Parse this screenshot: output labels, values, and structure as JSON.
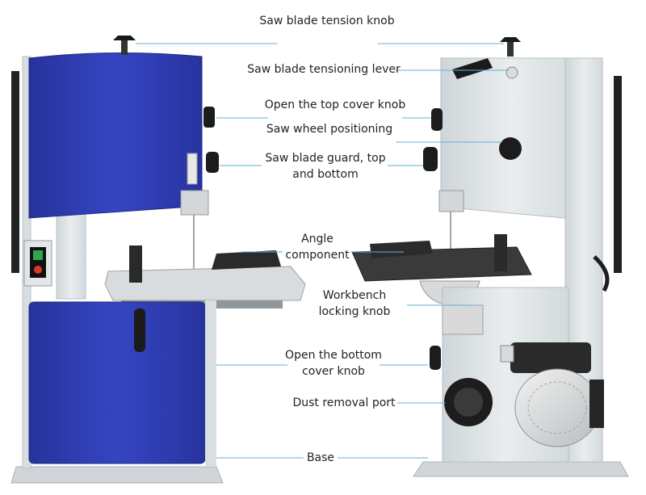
{
  "labels": {
    "tension_knob": "Saw blade tension knob",
    "tension_lever": "Saw blade tensioning lever",
    "top_cover_knob": "Open the top cover knob",
    "wheel_positioning": "Saw wheel positioning",
    "blade_guard_line1": "Saw blade guard, top",
    "blade_guard_line2": "and bottom",
    "angle_line1": "Angle",
    "angle_line2": "component",
    "workbench_line1": "Workbench",
    "workbench_line2": "locking knob",
    "bottom_cover_line1": "Open the bottom",
    "bottom_cover_line2": "cover knob",
    "dust_port": "Dust removal port",
    "base": "Base"
  },
  "colors": {
    "machine_blue": "#2f3fb8",
    "machine_grey": "#dfe4e6",
    "leader_line": "#5fb0d8"
  }
}
